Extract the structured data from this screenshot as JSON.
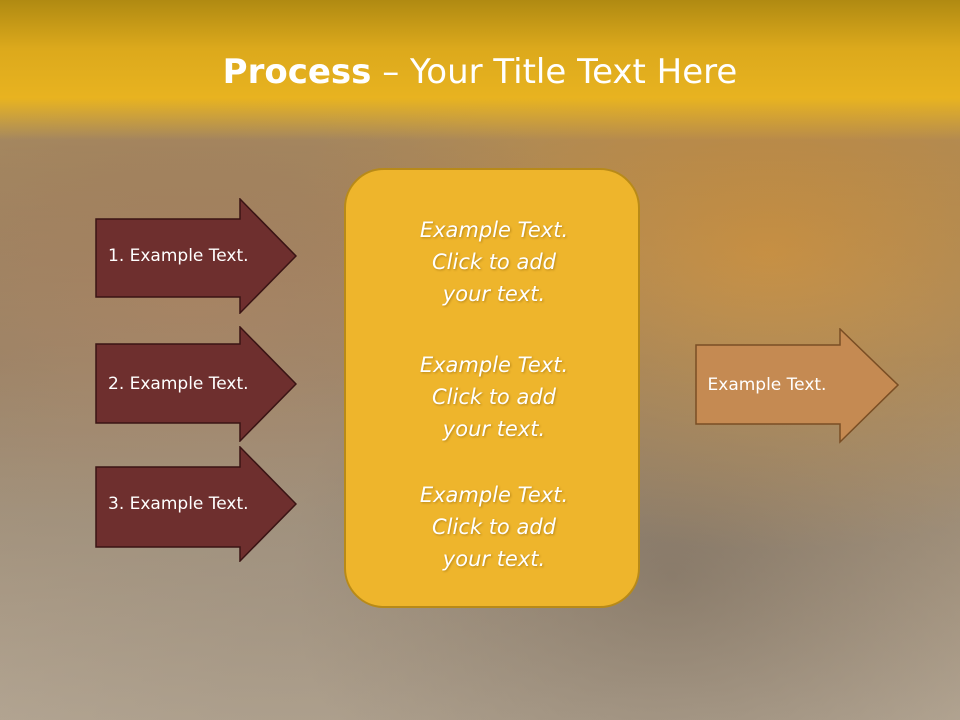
{
  "title": {
    "bold": "Process",
    "dash": " – ",
    "rest": "Your Title Text Here"
  },
  "left_arrows": [
    {
      "label": "1. Example Text."
    },
    {
      "label": "2. Example Text."
    },
    {
      "label": "3. Example Text."
    }
  ],
  "center_box": {
    "blocks": [
      {
        "line1": "Example Text.",
        "line2": "Click  to add",
        "line3": "your text."
      },
      {
        "line1": "Example Text.",
        "line2": "Click  to add",
        "line3": "your text."
      },
      {
        "line1": "Example Text.",
        "line2": "Click  to add",
        "line3": "your text."
      }
    ]
  },
  "right_arrow": {
    "label": "Example Text."
  },
  "colors": {
    "header": "#e8b320",
    "left_arrow": "#6e2f2e",
    "center_box": "#eeb52c",
    "right_arrow": "#c58a52"
  }
}
